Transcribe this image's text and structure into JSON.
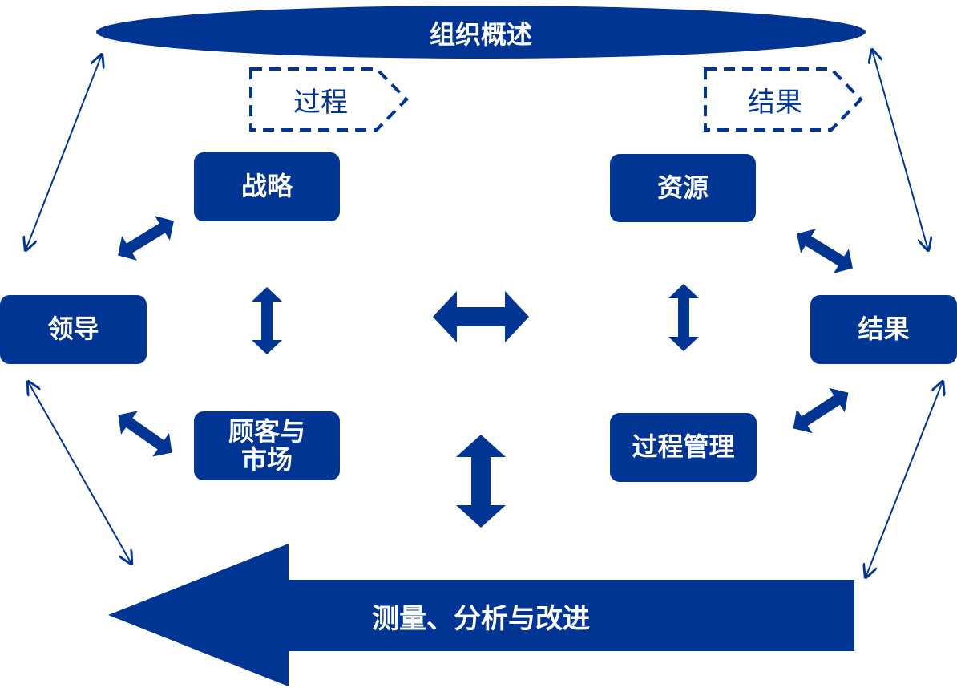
{
  "colors": {
    "primary": "#003594",
    "background": "#ffffff",
    "text_on_primary": "#ffffff"
  },
  "header": {
    "label": "组织概述"
  },
  "flows": {
    "process": "过程",
    "result": "结果"
  },
  "nodes": {
    "leadership": "领导",
    "strategy": "战略",
    "customer_line1": "顾客与",
    "customer_line2": "市场",
    "resources": "资源",
    "process_management": "过程管理",
    "results": "结果"
  },
  "footer": {
    "label": "测量、分析与改进"
  }
}
